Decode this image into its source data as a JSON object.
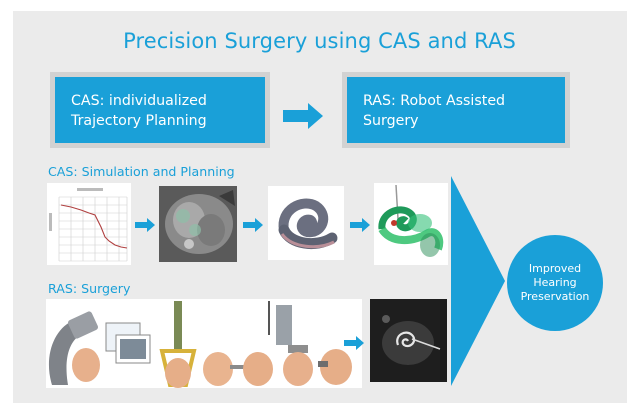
{
  "title": "Precision Surgery using CAS and RAS",
  "boxes": {
    "cas": {
      "line1": "CAS: individualized",
      "line2": "Trajectory Planning"
    },
    "ras": {
      "line1": "RAS: Robot Assisted",
      "line2": "Surgery"
    }
  },
  "sections": {
    "cas_label": "CAS: Simulation and Planning",
    "ras_label": "RAS: Surgery"
  },
  "outcome": {
    "line1": "Improved",
    "line2": "Hearing",
    "line3": "Preservation"
  },
  "colors": {
    "accent": "#1aa0d8",
    "panel": "#ebebeb",
    "shadow": "#d2d2d2"
  },
  "icons": [
    "audiogram",
    "ct-scan",
    "cochlea-3d-model",
    "cochlea-trajectory-model",
    "robot-surgery-sequence",
    "postop-ct-scan",
    "right-arrow",
    "funnel-arrow"
  ]
}
